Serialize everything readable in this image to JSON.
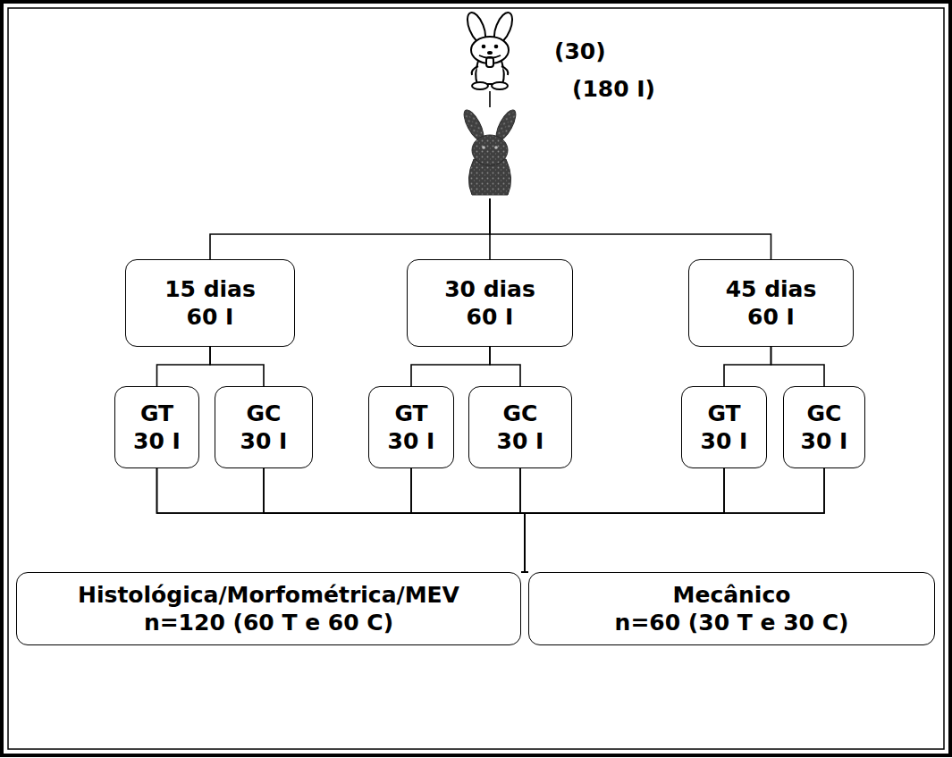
{
  "diagram": {
    "nodes": [
      {
        "text": [
          "(30)"
        ]
      },
      {
        "text": [
          "(180 I)"
        ]
      },
      {
        "text": [
          "15 dias",
          "60 I"
        ]
      },
      {
        "text": [
          "30 dias",
          "60 I"
        ]
      },
      {
        "text": [
          "45 dias",
          "60 I"
        ]
      },
      {
        "text": [
          "GT",
          "30 I"
        ]
      },
      {
        "text": [
          "GC",
          "30 I"
        ]
      },
      {
        "text": [
          "GT",
          "30 I"
        ]
      },
      {
        "text": [
          "GC",
          "30 I"
        ]
      },
      {
        "text": [
          "GT",
          "30 I"
        ]
      },
      {
        "text": [
          "GC",
          "30 I"
        ]
      },
      {
        "text": [
          "Histológica/Morfométrica/MEV",
          "n=120 (60 T e 60 C)"
        ]
      },
      {
        "text": [
          "Mecânico",
          "n=60 (30 T e 30 C)"
        ]
      }
    ],
    "edges": [
      {
        "from": 0,
        "to": 1,
        "arrow": "none"
      },
      {
        "from": 1,
        "to": 2,
        "arrow": "none"
      },
      {
        "from": 1,
        "to": 3,
        "arrow": "none"
      },
      {
        "from": 1,
        "to": 4,
        "arrow": "none"
      },
      {
        "from": 2,
        "to": 5,
        "arrow": "none"
      },
      {
        "from": 2,
        "to": 6,
        "arrow": "none"
      },
      {
        "from": 3,
        "to": 7,
        "arrow": "none"
      },
      {
        "from": 3,
        "to": 8,
        "arrow": "none"
      },
      {
        "from": 4,
        "to": 9,
        "arrow": "none"
      },
      {
        "from": 4,
        "to": 10,
        "arrow": "none"
      },
      {
        "from": 5,
        "to": 11,
        "arrow": "none"
      },
      {
        "from": 5,
        "to": 12,
        "arrow": "none"
      },
      {
        "from": 6,
        "to": 11,
        "arrow": "none"
      },
      {
        "from": 6,
        "to": 12,
        "arrow": "none"
      },
      {
        "from": 7,
        "to": 11,
        "arrow": "none"
      },
      {
        "from": 7,
        "to": 12,
        "arrow": "none"
      },
      {
        "from": 8,
        "to": 11,
        "arrow": "none"
      },
      {
        "from": 8,
        "to": 12,
        "arrow": "none"
      },
      {
        "from": 9,
        "to": 11,
        "arrow": "none"
      },
      {
        "from": 9,
        "to": 12,
        "arrow": "none"
      },
      {
        "from": 10,
        "to": 11,
        "arrow": "none"
      },
      {
        "from": 10,
        "to": 12,
        "arrow": "none"
      }
    ]
  }
}
